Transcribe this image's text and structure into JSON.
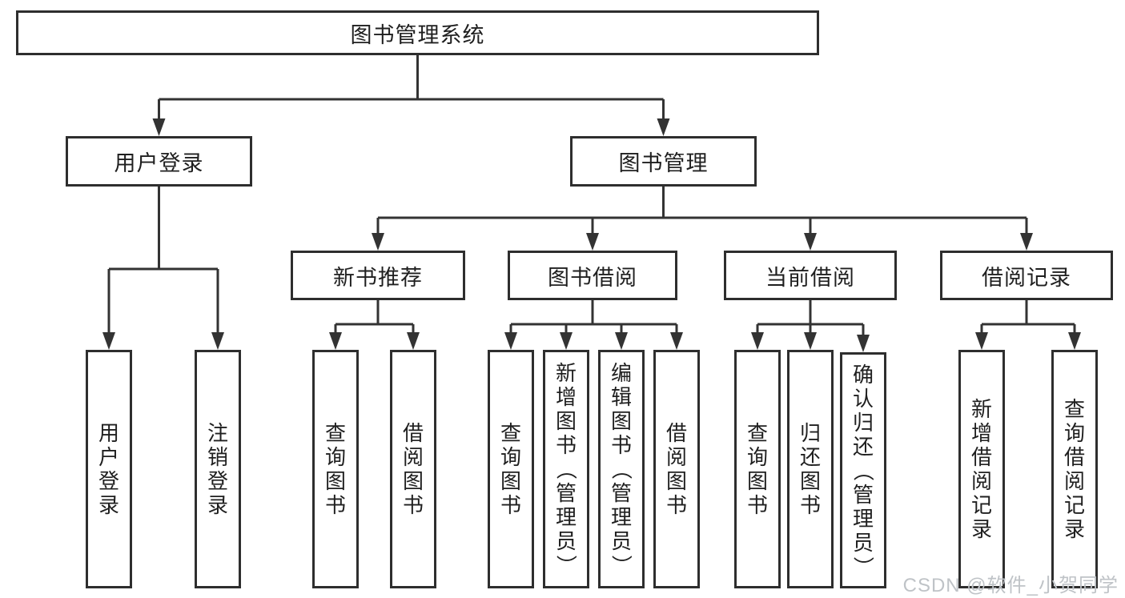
{
  "tree": {
    "label": "图书管理系统",
    "children": [
      {
        "label": "用户登录",
        "children": [
          {
            "label": "用户登录"
          },
          {
            "label": "注销登录"
          }
        ]
      },
      {
        "label": "图书管理",
        "children": [
          {
            "label": "新书推荐",
            "children": [
              {
                "label": "查询图书"
              },
              {
                "label": "借阅图书"
              }
            ]
          },
          {
            "label": "图书借阅",
            "children": [
              {
                "label": "查询图书"
              },
              {
                "label": "新增图书（管理员）"
              },
              {
                "label": "编辑图书（管理员）"
              },
              {
                "label": "借阅图书"
              }
            ]
          },
          {
            "label": "当前借阅",
            "children": [
              {
                "label": "查询图书"
              },
              {
                "label": "归还图书"
              },
              {
                "label": "确认归还（管理员）"
              }
            ]
          },
          {
            "label": "借阅记录",
            "children": [
              {
                "label": "新增借阅记录"
              },
              {
                "label": "查询借阅记录"
              }
            ]
          }
        ]
      }
    ]
  },
  "watermark": {
    "text": "CSDN @软件_小贺同学"
  },
  "colors": {
    "box_border": "#2e2e2e",
    "connector_line": "#333333",
    "text": "#1f1f1f",
    "watermark_text": "#bfc3c7",
    "background": "#ffffff"
  }
}
